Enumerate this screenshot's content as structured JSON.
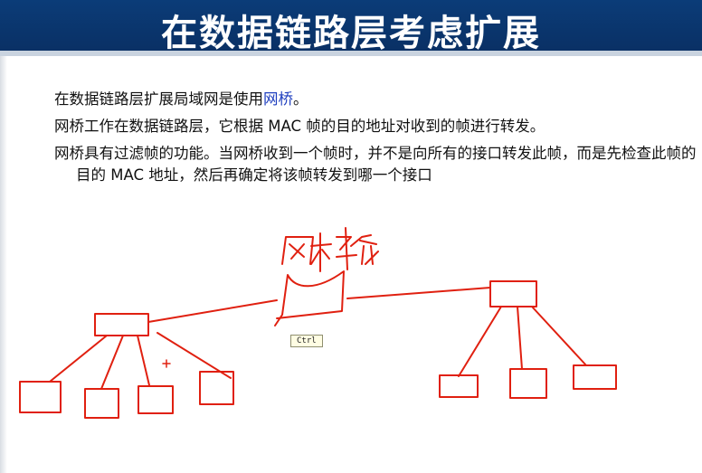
{
  "slide": {
    "title": "在数据链路层考虑扩展",
    "bullets": [
      {
        "before": "在数据链路层扩展局域网是使用",
        "link": "网桥",
        "after": "。"
      },
      {
        "text": "网桥工作在数据链路层，它根据 MAC 帧的目的地址对收到的帧进行转发。"
      },
      {
        "text": "网桥具有过滤帧的功能。当网桥收到一个帧时，并不是向所有的接口转发此帧，而是先检查此帧的目的 MAC 地址，然后再确定将该帧转发到哪一个接口"
      }
    ]
  },
  "annotation": {
    "handwritten_label": "网桥",
    "ink_color": "#e02010"
  },
  "tooltip": {
    "label": "Ctrl"
  },
  "colors": {
    "title_bar": "#0b3c78",
    "link": "#1f3fbf"
  }
}
